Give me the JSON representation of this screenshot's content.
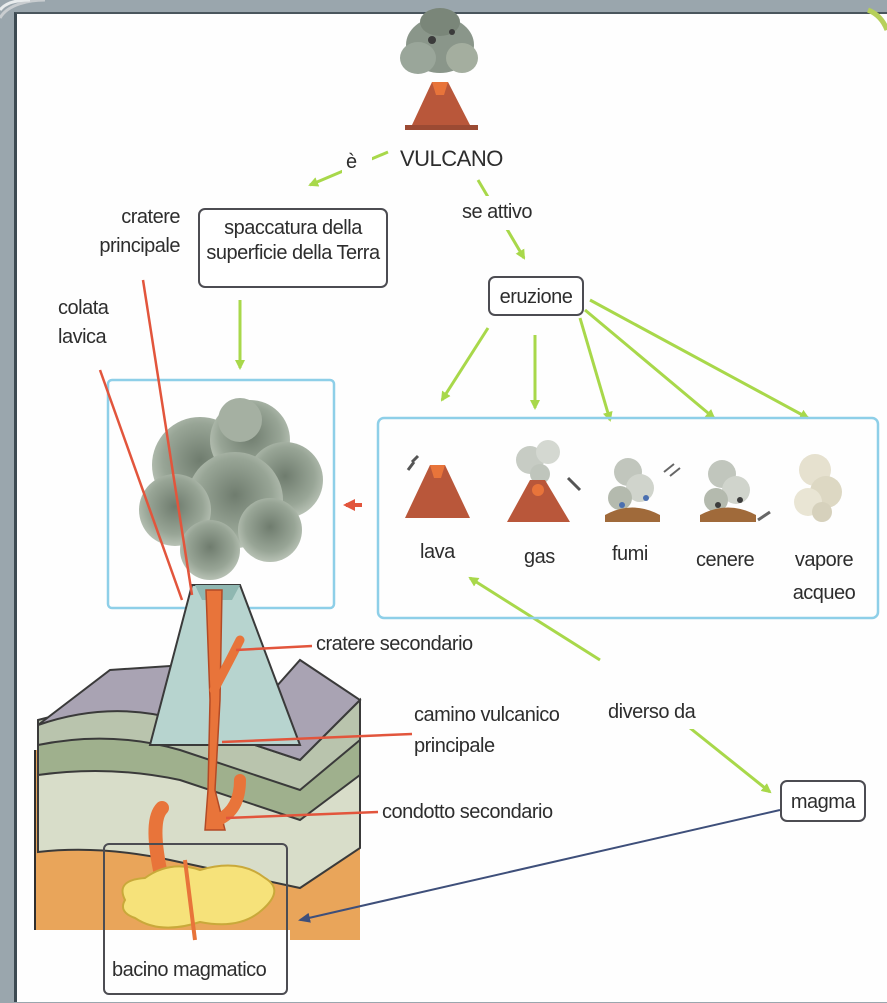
{
  "concept_map": {
    "root": "VULCANO",
    "link_is": "è",
    "link_active": "se attivo",
    "definition": "spaccatura della superficie della Terra",
    "definition_lines": [
      "spaccatura della",
      "superficie della Terra"
    ],
    "eruption": "eruzione",
    "products": [
      "lava",
      "gas",
      "fumi",
      "cenere",
      "vapore acqueo"
    ],
    "vapore_lines": [
      "vapore",
      "acqueo"
    ],
    "link_different": "diverso da",
    "magma": "magma"
  },
  "volcano_parts": {
    "cratere_principale": [
      "cratere",
      "principale"
    ],
    "colata_lavica": [
      "colata",
      "lavica"
    ],
    "cratere_secondario": "cratere secondario",
    "camino_vulcanico": [
      "camino vulcanico",
      "principale"
    ],
    "condotto_secondario": "condotto secondario",
    "bacino_magmatico": "bacino magmatico"
  },
  "colors": {
    "arrow_green": "#a8d84a",
    "box_blue": "#8ecfe8",
    "leader_red": "#e2553c",
    "magma_yellow": "#f6e27a",
    "lava_orange": "#e8743a",
    "earth_orange": "#e9a55a",
    "smoke_grey": "#8e9a8c"
  }
}
